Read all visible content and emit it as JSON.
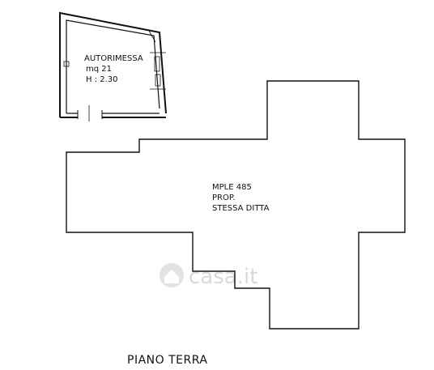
{
  "plan": {
    "floor_title": "PIANO TERRA",
    "garage": {
      "name": "AUTORIMESSA",
      "area": "mq 21",
      "height": "H : 2.30"
    },
    "main_unit": {
      "line1": "MPLE 485",
      "line2": "PROP.",
      "line3": "STESSA DITTA"
    },
    "watermark": "casa.it",
    "colors": {
      "line": "#111111",
      "watermark": "#d9d9d9"
    }
  }
}
